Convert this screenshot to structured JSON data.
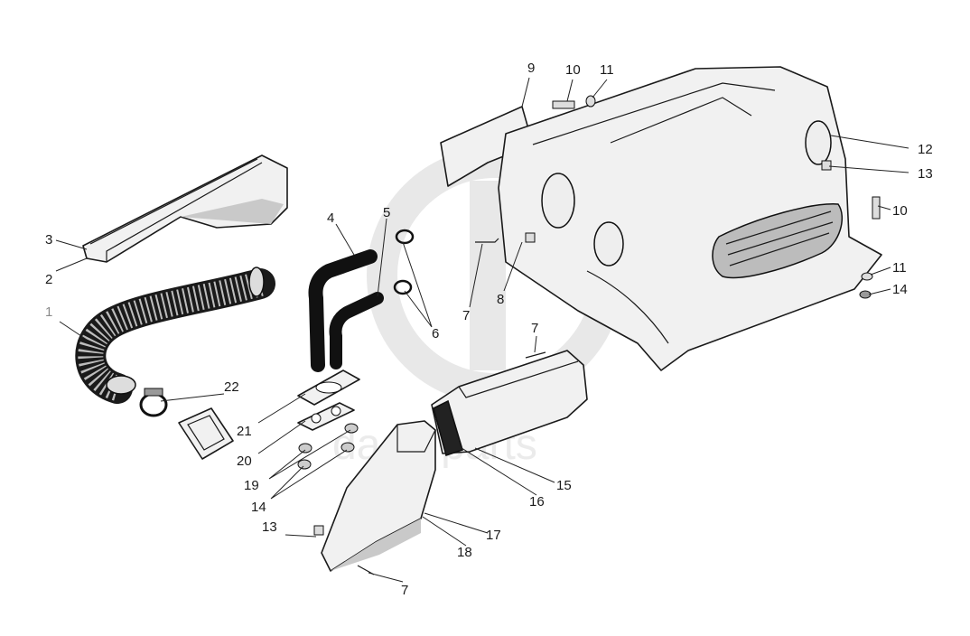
{
  "watermark": {
    "text": "daaa parts"
  },
  "callouts": [
    {
      "id": "c9",
      "text": "9"
    },
    {
      "id": "c10a",
      "text": "10"
    },
    {
      "id": "c11a",
      "text": "11"
    },
    {
      "id": "c12",
      "text": "12"
    },
    {
      "id": "c13a",
      "text": "13"
    },
    {
      "id": "c10b",
      "text": "10"
    },
    {
      "id": "c11b",
      "text": "11"
    },
    {
      "id": "c14a",
      "text": "14"
    },
    {
      "id": "c3",
      "text": "3"
    },
    {
      "id": "c2",
      "text": "2"
    },
    {
      "id": "c1",
      "text": "1"
    },
    {
      "id": "c4",
      "text": "4"
    },
    {
      "id": "c5",
      "text": "5"
    },
    {
      "id": "c6",
      "text": "6"
    },
    {
      "id": "c7a",
      "text": "7"
    },
    {
      "id": "c8",
      "text": "8"
    },
    {
      "id": "c7b",
      "text": "7"
    },
    {
      "id": "c22",
      "text": "22"
    },
    {
      "id": "c21",
      "text": "21"
    },
    {
      "id": "c20",
      "text": "20"
    },
    {
      "id": "c19",
      "text": "19"
    },
    {
      "id": "c14b",
      "text": "14"
    },
    {
      "id": "c15",
      "text": "15"
    },
    {
      "id": "c16",
      "text": "16"
    },
    {
      "id": "c17",
      "text": "17"
    },
    {
      "id": "c18",
      "text": "18"
    },
    {
      "id": "c13b",
      "text": "13"
    },
    {
      "id": "c7c",
      "text": "7"
    }
  ]
}
